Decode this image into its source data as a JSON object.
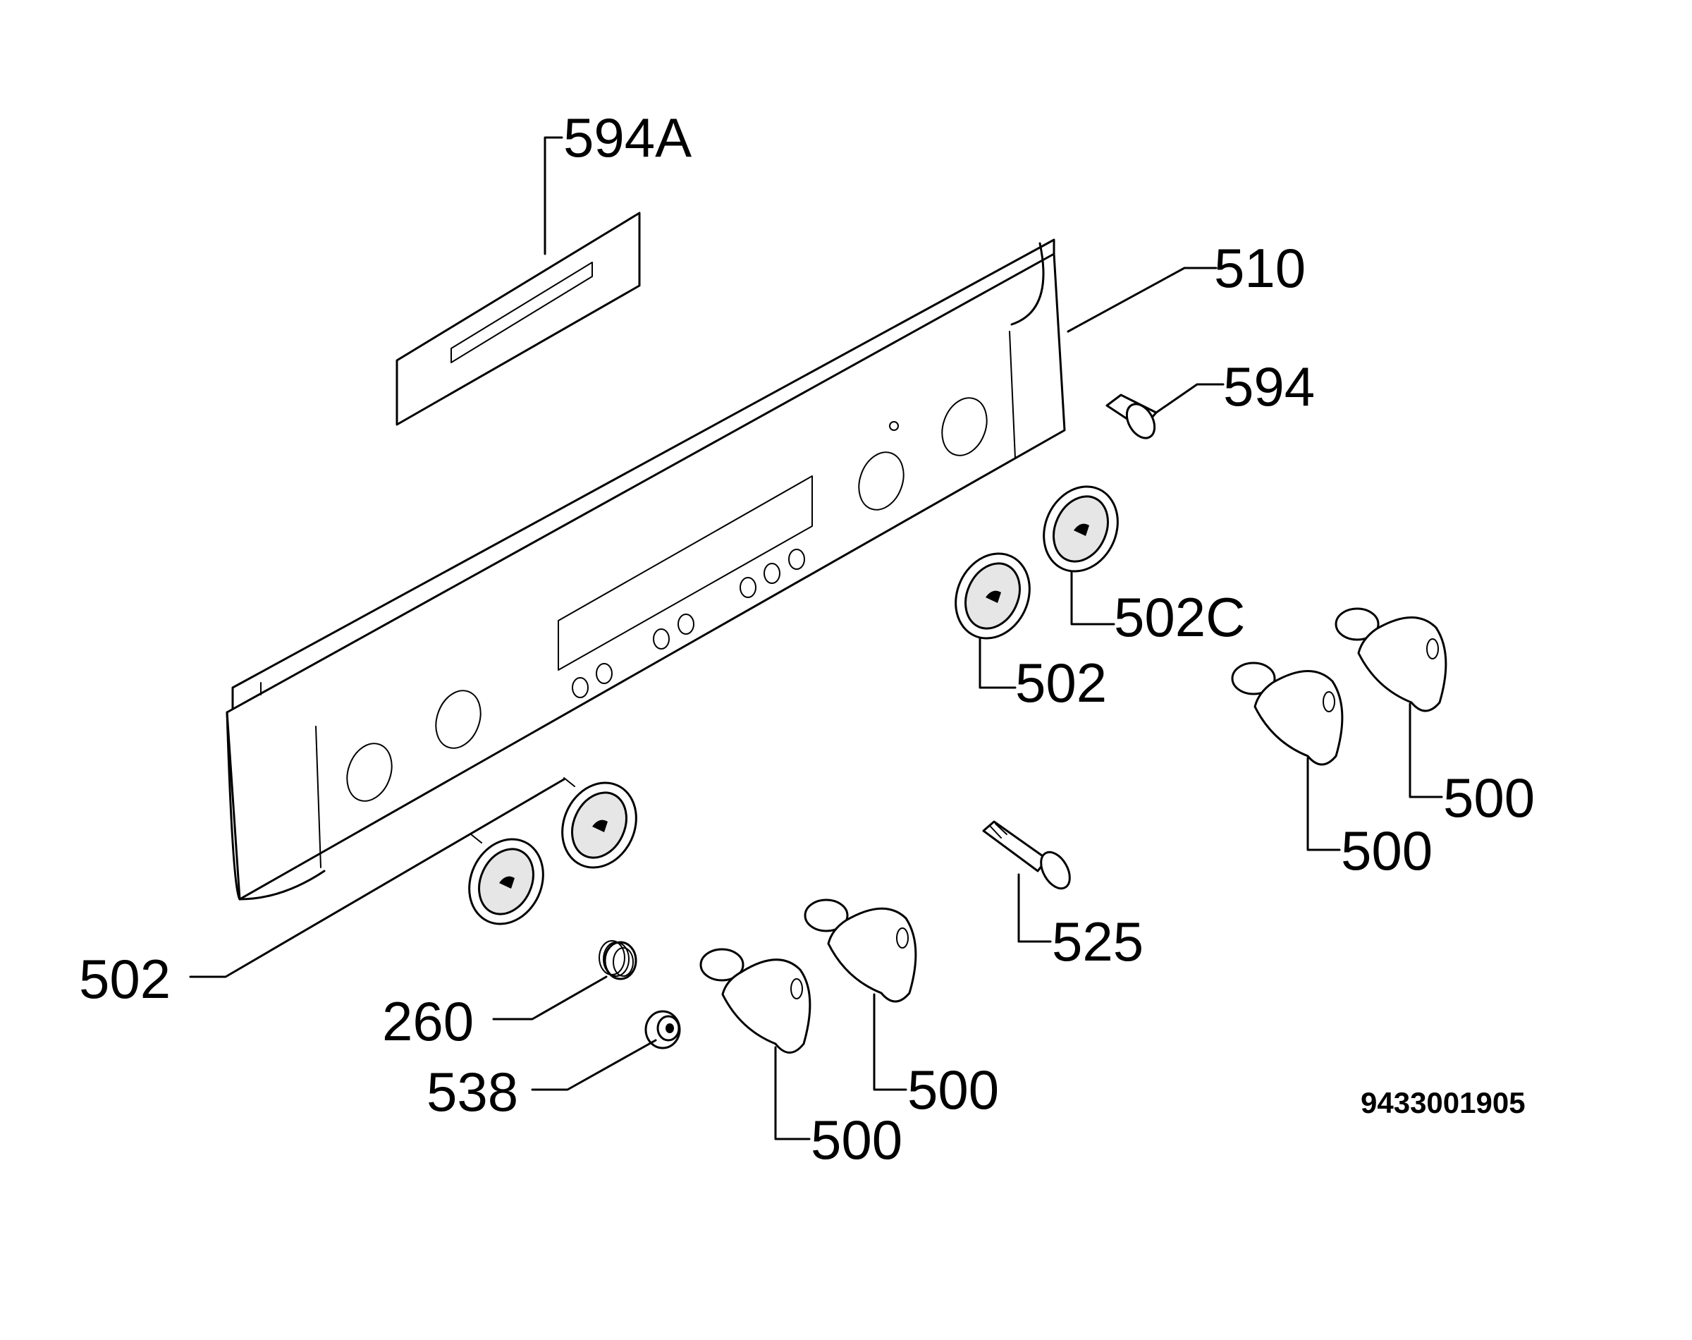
{
  "labels": {
    "l594a": "594A",
    "l510": "510",
    "l594": "594",
    "l502c": "502C",
    "l502_right": "502",
    "l502_left": "502",
    "l500_a": "500",
    "l500_b": "500",
    "l500_c": "500",
    "l500_d": "500",
    "l525": "525",
    "l260": "260",
    "l538": "538"
  },
  "drawing_code": "9433001905"
}
